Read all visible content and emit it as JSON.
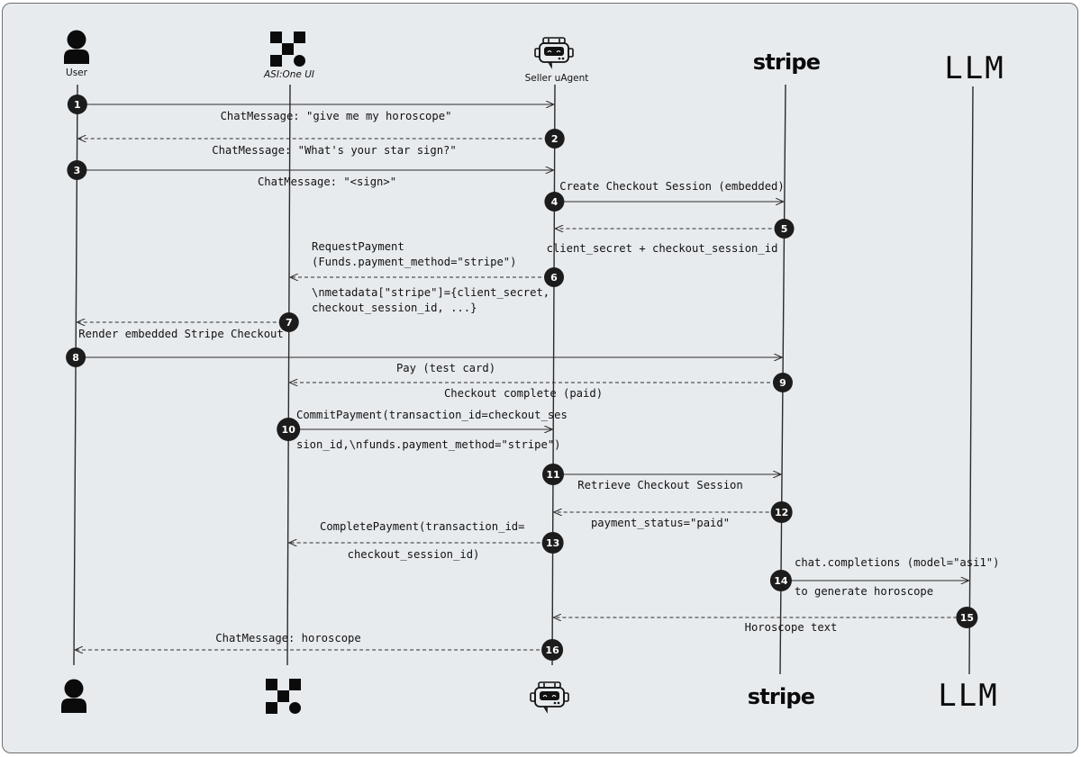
{
  "participants": [
    {
      "id": "user",
      "label": "User",
      "icon": "user-icon"
    },
    {
      "id": "asi",
      "label": "ASI:One UI",
      "icon": "asi-one-logo-icon"
    },
    {
      "id": "seller",
      "label": "Seller uAgent",
      "icon": "robot-icon"
    },
    {
      "id": "stripe",
      "label": "stripe",
      "icon": "stripe-logo"
    },
    {
      "id": "llm",
      "label": "LLM",
      "icon": "llm-wordmark"
    }
  ],
  "messages": [
    {
      "step": "1",
      "from": "user",
      "to": "seller",
      "style": "solid",
      "label_lines": [
        "ChatMessage: \"give me my horoscope\""
      ]
    },
    {
      "step": "2",
      "from": "seller",
      "to": "user",
      "style": "dashed",
      "label_lines": [
        "ChatMessage: \"What's your star sign?\""
      ]
    },
    {
      "step": "3",
      "from": "user",
      "to": "seller",
      "style": "solid",
      "label_lines": [
        "ChatMessage: \"<sign>\""
      ]
    },
    {
      "step": "4",
      "from": "seller",
      "to": "stripe",
      "style": "solid",
      "label_lines": [
        "Create Checkout Session (embedded)"
      ]
    },
    {
      "step": "5",
      "from": "stripe",
      "to": "seller",
      "style": "dashed",
      "label_lines": [
        "client_secret + checkout_session_id"
      ]
    },
    {
      "step": "6",
      "from": "seller",
      "to": "asi",
      "style": "dashed",
      "label_lines": [
        "RequestPayment",
        "(Funds.payment_method=\"stripe\")",
        "\\nmetadata[\"stripe\"]={client_secret,",
        "checkout_session_id, ...}"
      ]
    },
    {
      "step": "7",
      "from": "asi",
      "to": "user",
      "style": "dashed",
      "label_lines": [
        "Render embedded Stripe Checkout"
      ]
    },
    {
      "step": "8",
      "from": "user",
      "to": "stripe",
      "style": "solid",
      "label_lines": [
        "Pay (test card)"
      ]
    },
    {
      "step": "9",
      "from": "stripe",
      "to": "asi",
      "style": "dashed",
      "label_lines": [
        "Checkout complete (paid)"
      ]
    },
    {
      "step": "10",
      "from": "asi",
      "to": "seller",
      "style": "solid",
      "label_lines": [
        "CommitPayment(transaction_id=checkout_ses",
        "sion_id,\\nfunds.payment_method=\"stripe\")"
      ]
    },
    {
      "step": "11",
      "from": "seller",
      "to": "stripe",
      "style": "solid",
      "label_lines": [
        "Retrieve Checkout Session"
      ]
    },
    {
      "step": "12",
      "from": "stripe",
      "to": "seller",
      "style": "dashed",
      "label_lines": [
        "payment_status=\"paid\""
      ]
    },
    {
      "step": "13",
      "from": "seller",
      "to": "asi",
      "style": "dashed",
      "label_lines": [
        "CompletePayment(transaction_id=",
        "checkout_session_id)"
      ]
    },
    {
      "step": "14",
      "from": "stripe",
      "to": "llm",
      "style": "solid",
      "label_lines": [
        "chat.completions (model=\"asi1\")",
        "to generate horoscope"
      ]
    },
    {
      "step": "15",
      "from": "llm",
      "to": "seller",
      "style": "dashed",
      "label_lines": [
        "Horoscope text"
      ]
    },
    {
      "step": "16",
      "from": "seller",
      "to": "user",
      "style": "dashed",
      "label_lines": [
        "ChatMessage: horoscope"
      ]
    }
  ],
  "colors": {
    "background": "#e8ebee",
    "border": "#6d6f72",
    "line": "#2b2b2b",
    "step_badge": "#1c1c1c",
    "text": "#111111"
  }
}
